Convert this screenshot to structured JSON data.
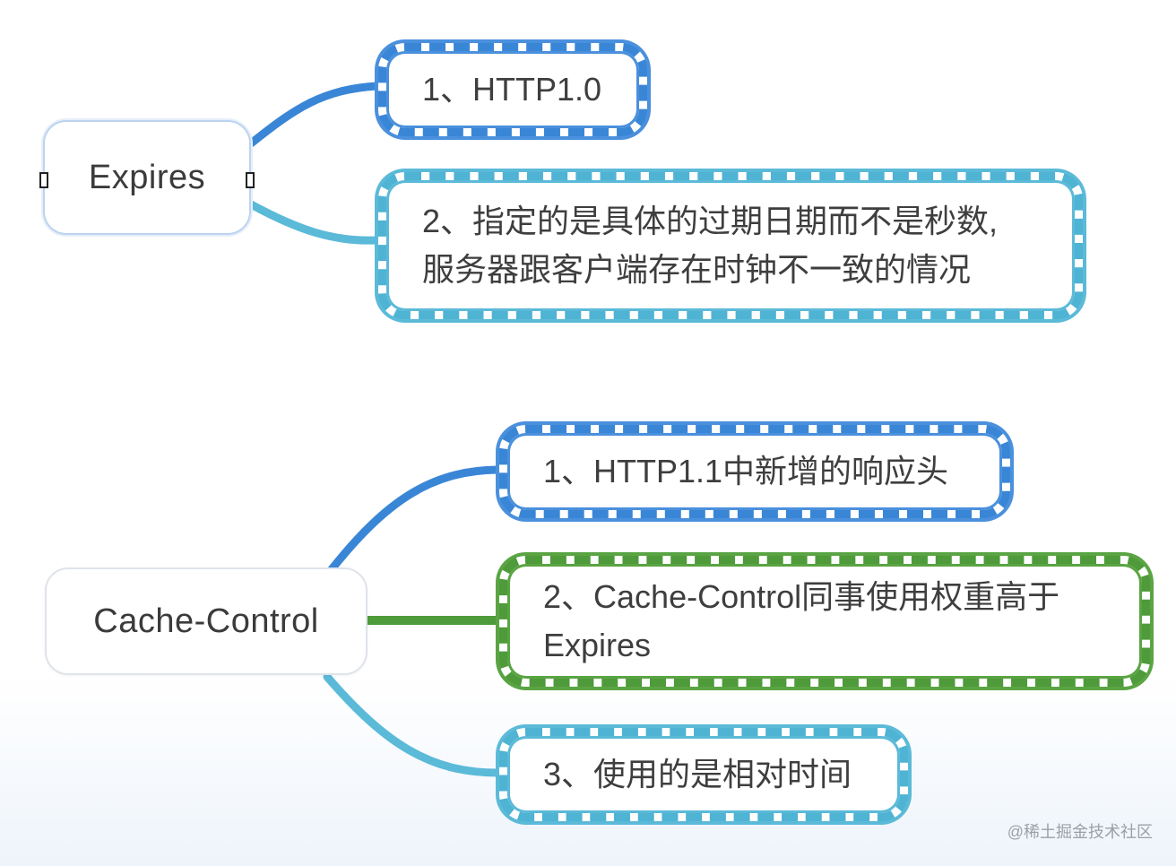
{
  "map": {
    "expires": {
      "label": "Expires",
      "children": [
        {
          "text": "1、HTTP1.0",
          "color": "#3a86d6"
        },
        {
          "text": "2、指定的是具体的过期日期而不是秒数,\n服务器跟客户端存在时钟不一致的情况",
          "color": "#4fb3d3"
        }
      ]
    },
    "cache_control": {
      "label": "Cache-Control",
      "children": [
        {
          "text": "1、HTTP1.1中新增的响应头",
          "color": "#3a86d6"
        },
        {
          "text": "2、Cache-Control同事使用权重高于\nExpires",
          "color": "#4f9a3a"
        },
        {
          "text": "3、使用的是相对时间",
          "color": "#4fb3d3"
        }
      ]
    }
  },
  "watermark": "@稀土掘金技术社区"
}
